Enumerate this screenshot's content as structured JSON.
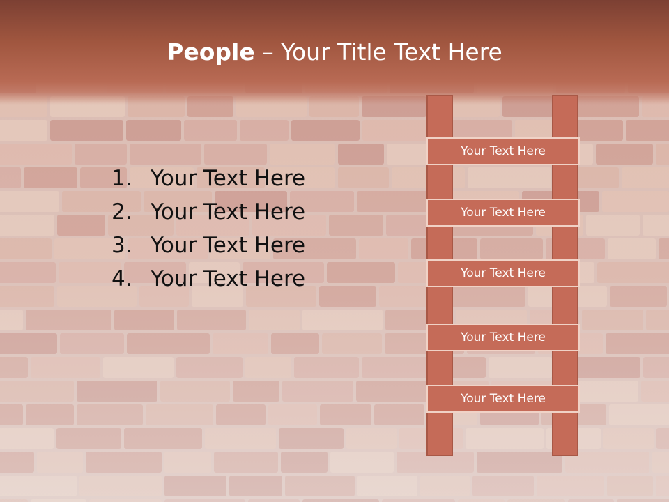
{
  "title": {
    "bold": "People",
    "rest": " – Your Title Text Here"
  },
  "list": {
    "items": [
      {
        "number": "1.",
        "text": "Your Text Here"
      },
      {
        "number": "2.",
        "text": "Your Text Here"
      },
      {
        "number": "3.",
        "text": "Your Text Here"
      },
      {
        "number": "4.",
        "text": "Your Text Here"
      }
    ]
  },
  "ladder": {
    "rungs": [
      {
        "label": "Your Text Here"
      },
      {
        "label": "Your Text Here"
      },
      {
        "label": "Your Text Here"
      },
      {
        "label": "Your Text Here"
      },
      {
        "label": "Your Text Here"
      }
    ]
  },
  "colors": {
    "title_band": "#a0563f",
    "ladder": "#c56b58",
    "text": "#111111"
  }
}
